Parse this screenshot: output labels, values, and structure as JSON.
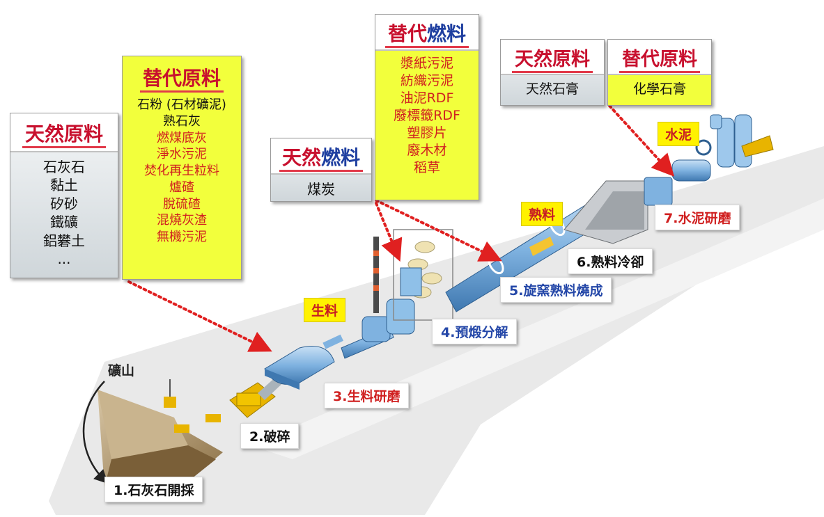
{
  "boxes": {
    "natural_raw": {
      "heading": "天然原料",
      "items": [
        "石灰石",
        "黏土",
        "矽砂",
        "鐵礦",
        "鋁礬土",
        "..."
      ]
    },
    "alt_raw": {
      "heading": "替代原料",
      "items": [
        {
          "text": "石粉 (石材礦泥)",
          "color": "#111111"
        },
        {
          "text": "熟石灰",
          "color": "#111111"
        },
        {
          "text": "燃煤底灰",
          "color": "#d02020"
        },
        {
          "text": "淨水污泥",
          "color": "#d02020"
        },
        {
          "text": "焚化再生粒料",
          "color": "#d02020"
        },
        {
          "text": "爐碴",
          "color": "#d02020"
        },
        {
          "text": "脫硫碴",
          "color": "#d02020"
        },
        {
          "text": "混燒灰渣",
          "color": "#d02020"
        },
        {
          "text": "無機污泥",
          "color": "#d02020"
        }
      ]
    },
    "natural_fuel": {
      "heading_part1": "天然",
      "heading_part2": "燃料",
      "items": [
        "煤炭"
      ]
    },
    "alt_fuel": {
      "heading_part1": "替代",
      "heading_part2": "燃料",
      "items": [
        "漿紙污泥",
        "紡織污泥",
        "油泥RDF",
        "廢標籤RDF",
        "塑膠片",
        "廢木材",
        "稻草"
      ]
    },
    "natural_raw2": {
      "heading": "天然原料",
      "items": [
        "天然石膏"
      ]
    },
    "alt_raw2": {
      "heading": "替代原料",
      "items": [
        "化學石膏"
      ]
    }
  },
  "steps": {
    "s1": "1.石灰石開採",
    "s2": "2.破碎",
    "s3": "3.生料研磨",
    "s4": "4.預煅分解",
    "s5": "5.旋窯熟料燒成",
    "s6": "6.熟料冷卻",
    "s7": "7.水泥研磨"
  },
  "tags": {
    "raw_meal": "生料",
    "clinker": "熟料",
    "cement": "水泥"
  },
  "labels": {
    "mine": "礦山"
  },
  "colors": {
    "heading_red": "#c8102e",
    "heading_blue": "#1f3fa0",
    "step_red": "#d02020",
    "step_blue": "#2447a8",
    "arrow_red": "#e02020",
    "machine_blue": "#7fb2e0",
    "machine_yellow": "#e8b400"
  }
}
